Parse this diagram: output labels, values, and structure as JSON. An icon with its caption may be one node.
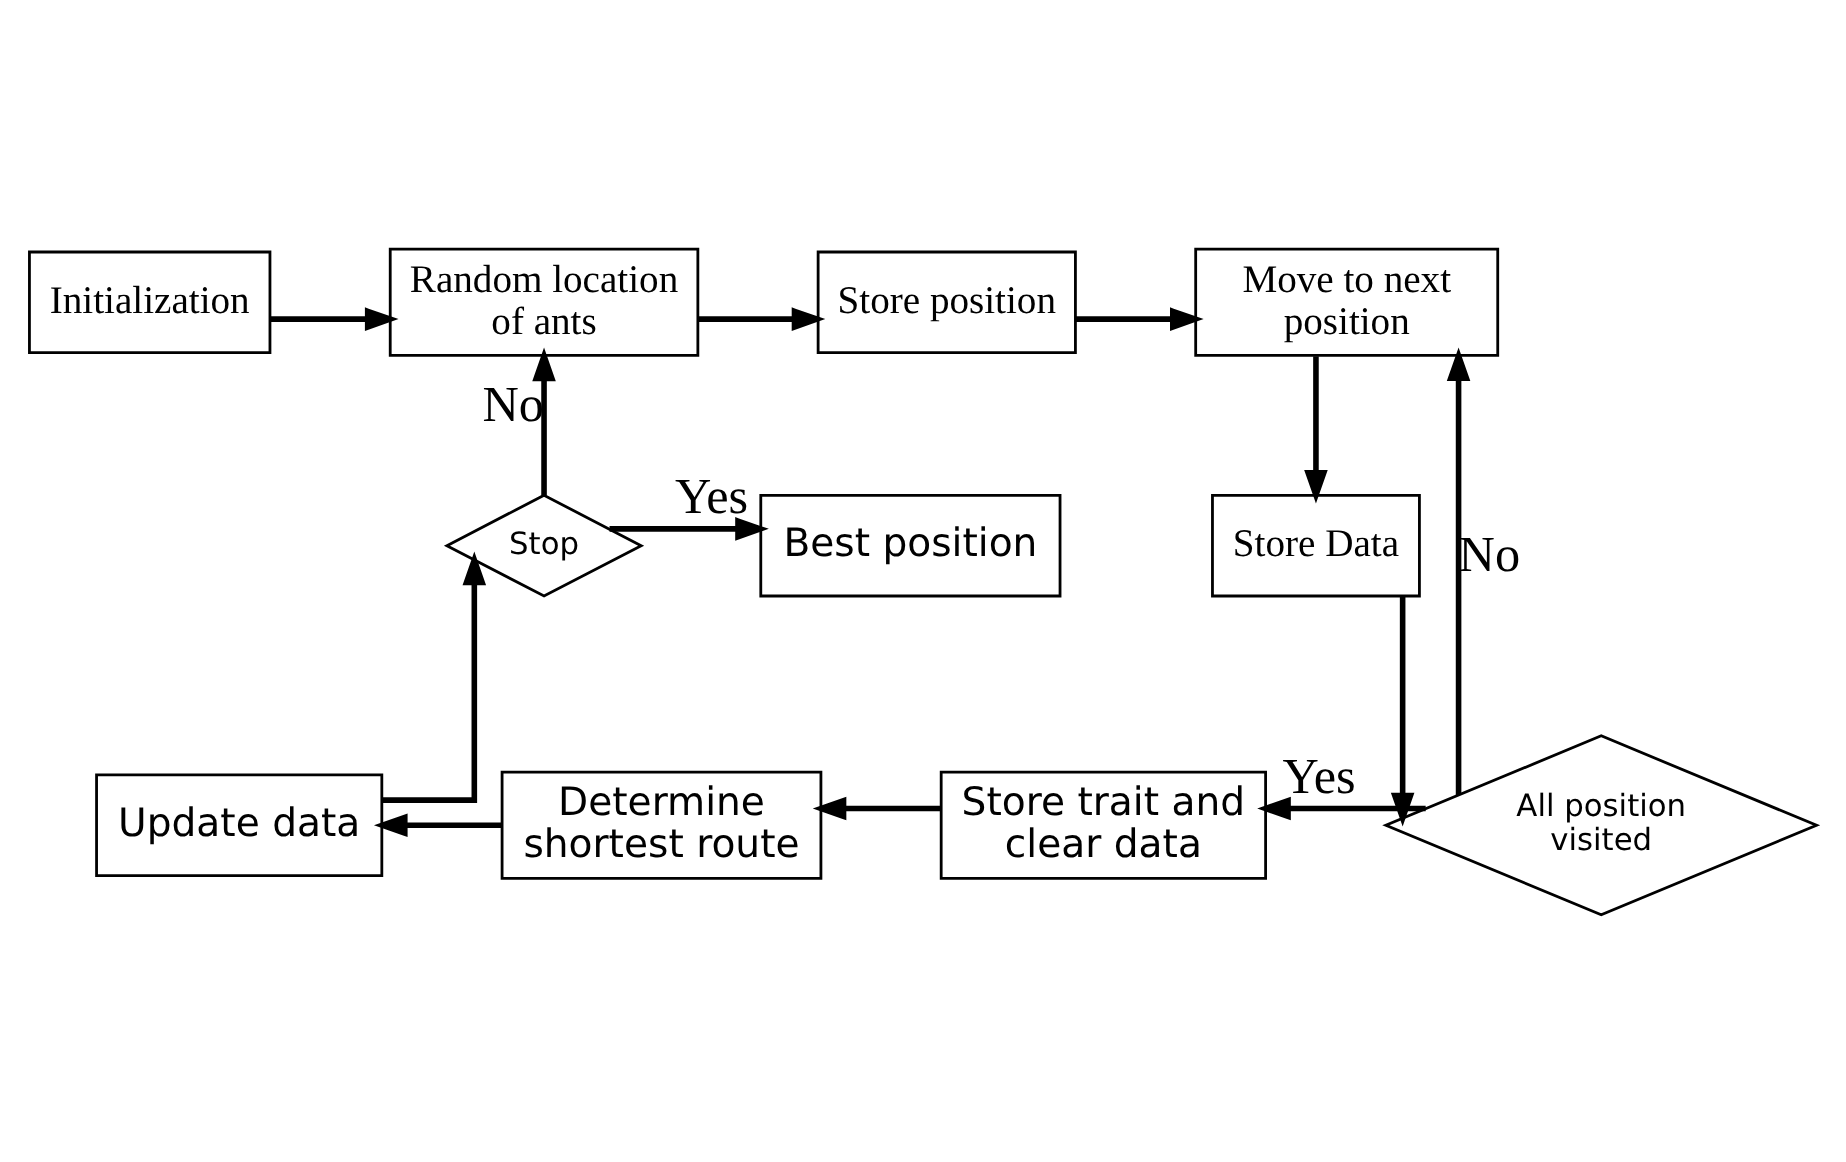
{
  "diagram": {
    "nodes": [
      {
        "text": [
          "Initialization"
        ]
      },
      {
        "text": [
          "Random location of ants"
        ]
      },
      {
        "text": [
          "Store position"
        ]
      },
      {
        "text": [
          "Move to next position"
        ]
      },
      {
        "text": [
          "Store Data"
        ]
      },
      {
        "text": [
          "All position visited"
        ]
      },
      {
        "text": [
          "Store trait and clear data"
        ]
      },
      {
        "text": [
          "Determine shortest route"
        ]
      },
      {
        "text": [
          "Update data"
        ]
      },
      {
        "text": [
          "Stop"
        ]
      },
      {
        "text": [
          "Best position"
        ]
      }
    ],
    "edges": [
      {
        "from": 0,
        "to": 1,
        "arrow": "to"
      },
      {
        "from": 1,
        "to": 2,
        "arrow": "to"
      },
      {
        "from": 2,
        "to": 3,
        "arrow": "to"
      },
      {
        "from": 3,
        "to": 4,
        "arrow": "to"
      },
      {
        "from": 4,
        "to": 5,
        "arrow": "to"
      },
      {
        "from": 5,
        "to": 3,
        "arrow": "to",
        "label": "No"
      },
      {
        "from": 5,
        "to": 6,
        "arrow": "to",
        "label": "Yes"
      },
      {
        "from": 6,
        "to": 7,
        "arrow": "to"
      },
      {
        "from": 7,
        "to": 8,
        "arrow": "to"
      },
      {
        "from": 8,
        "to": 9,
        "arrow": "to"
      },
      {
        "from": 9,
        "to": 1,
        "arrow": "to",
        "label": "No"
      },
      {
        "from": 9,
        "to": 10,
        "arrow": "to",
        "label": "Yes"
      }
    ]
  }
}
